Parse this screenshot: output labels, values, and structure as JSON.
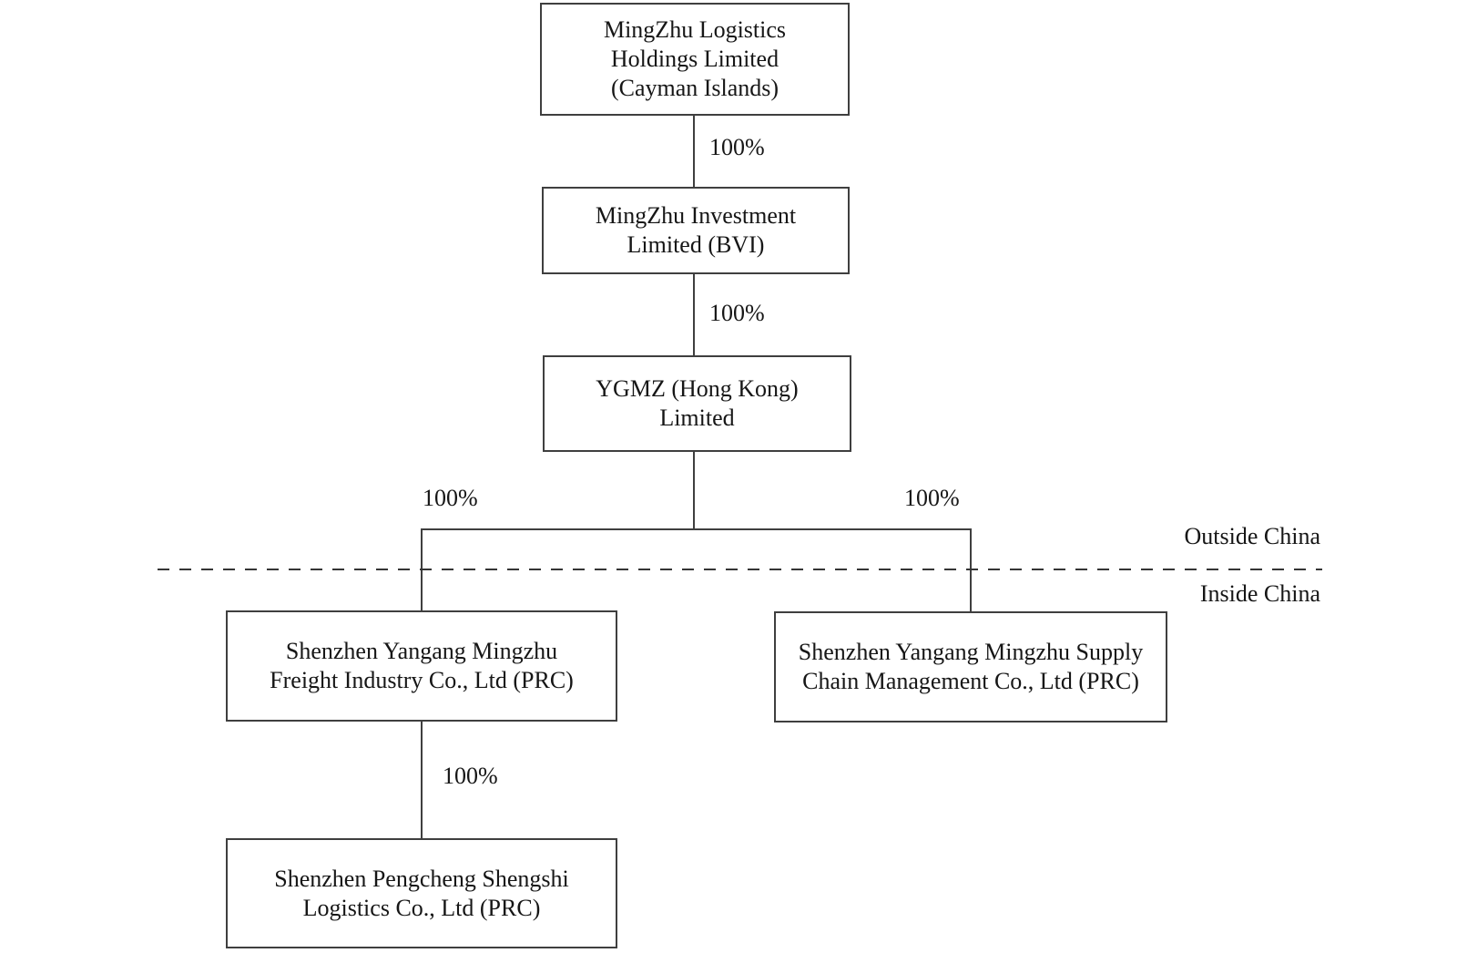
{
  "diagram": {
    "type": "corporate-structure-org-chart",
    "nodes": {
      "cayman": {
        "label": "MingZhu Logistics\nHoldings Limited\n(Cayman Islands)"
      },
      "bvi": {
        "label": "MingZhu Investment\nLimited (BVI)"
      },
      "hk": {
        "label": "YGMZ (Hong Kong)\nLimited"
      },
      "freight": {
        "label": "Shenzhen Yangang Mingzhu\nFreight Industry Co., Ltd (PRC)"
      },
      "supply": {
        "label": "Shenzhen Yangang Mingzhu Supply\nChain Management Co., Ltd (PRC)"
      },
      "pengcheng": {
        "label": "Shenzhen Pengcheng Shengshi\nLogistics Co., Ltd (PRC)"
      }
    },
    "edges": {
      "cayman_to_bvi": {
        "from": "cayman",
        "to": "bvi",
        "label": "100%"
      },
      "bvi_to_hk": {
        "from": "bvi",
        "to": "hk",
        "label": "100%"
      },
      "hk_to_freight": {
        "from": "hk",
        "to": "freight",
        "label": "100%"
      },
      "hk_to_supply": {
        "from": "hk",
        "to": "supply",
        "label": "100%"
      },
      "freight_to_pengcheng": {
        "from": "freight",
        "to": "pengcheng",
        "label": "100%"
      }
    },
    "regions": {
      "outside": "Outside China",
      "inside": "Inside China"
    },
    "colors": {
      "background": "#ffffff",
      "border": "#3f3f3f",
      "text": "#161616"
    }
  }
}
